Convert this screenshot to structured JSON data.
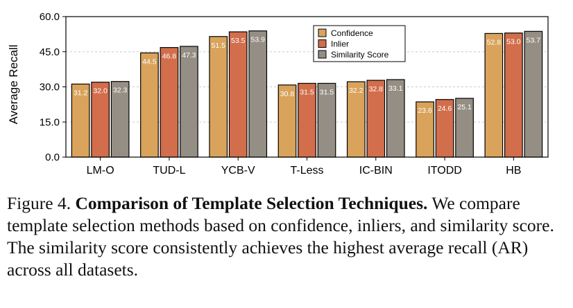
{
  "chart_data": {
    "type": "bar",
    "categories": [
      "LM-O",
      "TUD-L",
      "YCB-V",
      "T-Less",
      "IC-BIN",
      "ITODD",
      "HB"
    ],
    "series": [
      {
        "name": "Confidence",
        "color": "#D9A35B",
        "values": [
          31.2,
          44.5,
          51.5,
          30.8,
          32.2,
          23.6,
          52.8
        ],
        "labels": [
          "31.2",
          "44.5",
          "51.5",
          "30.8",
          "32.2",
          "23.6",
          "52.8"
        ]
      },
      {
        "name": "Inlier",
        "color": "#D26E4B",
        "values": [
          32.0,
          46.8,
          53.5,
          31.5,
          32.8,
          24.6,
          53.0
        ],
        "labels": [
          "32.0",
          "46.8",
          "53.5",
          "31.5",
          "32.8",
          "24.6",
          "53.0"
        ]
      },
      {
        "name": "Similarity Score",
        "color": "#958E84",
        "values": [
          32.3,
          47.3,
          53.9,
          31.5,
          33.1,
          25.1,
          53.7
        ],
        "labels": [
          "32.3",
          "47.3",
          "53.9",
          "31.5",
          "33.1",
          "25.1",
          "53.7"
        ]
      }
    ],
    "ylabel": "Average Recall",
    "xlabel": "",
    "ylim": [
      0,
      60
    ],
    "yticks": [
      0,
      15,
      30,
      45,
      60
    ],
    "ytick_labels": [
      "0.0",
      "15.0",
      "30.0",
      "45.0",
      "60.0"
    ],
    "grid": "horizontal dashed",
    "legend_position": "top-center"
  },
  "caption": {
    "figure_label": "Figure 4.",
    "bold_title": "Comparison of Template Selection Techniques.",
    "body": "We compare template selection methods based on confidence, inliers, and similarity score. The similarity score consistently achieves the highest average recall (AR) across all datasets."
  }
}
